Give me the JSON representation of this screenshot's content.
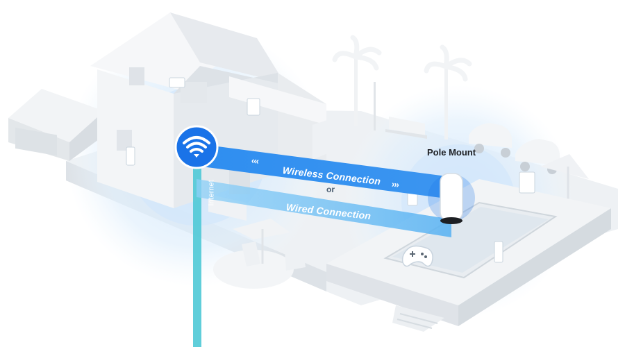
{
  "labels": {
    "wireless": "Wireless Connection",
    "or": "or",
    "wired": "Wired Connection",
    "pole_mount": "Pole Mount",
    "internet": "Internet",
    "chevrons_left": "‹‹‹",
    "chevrons_right": "›››"
  },
  "colors": {
    "accent": "#1a73e8",
    "band": "#4aa3f5",
    "wired_band": "#6cc0f4",
    "halo": "#d6eafc",
    "internet_line": "#4fc9d6",
    "scene": "#eef1f4"
  },
  "icons": [
    "wifi-icon",
    "gamepad-icon",
    "access-point-icon"
  ]
}
